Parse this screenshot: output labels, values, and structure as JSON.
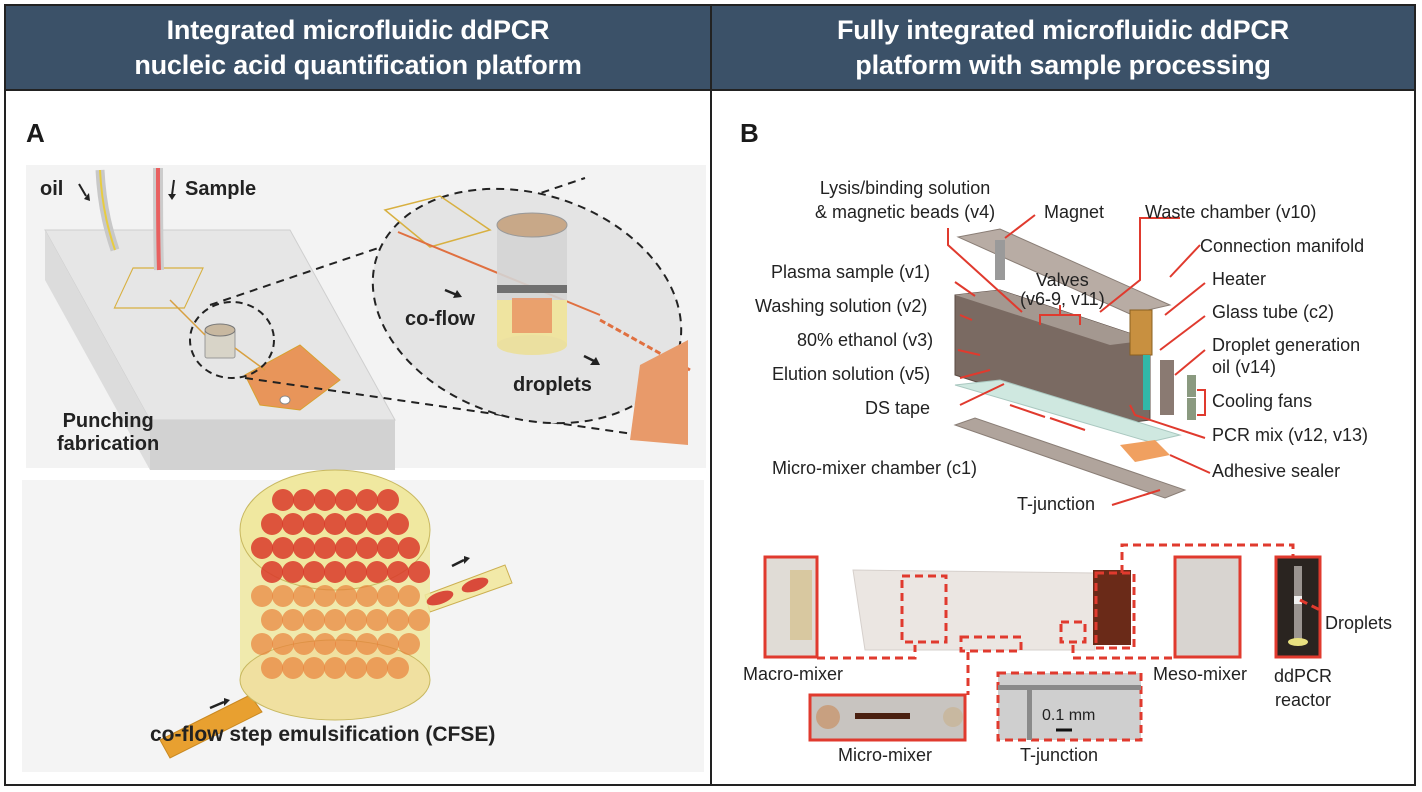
{
  "headers": {
    "left": [
      "Integrated microfluidic ddPCR",
      "nucleic acid quantification platform"
    ],
    "right": [
      "Fully integrated microfluidic ddPCR",
      "platform with sample processing"
    ]
  },
  "panel_a": {
    "letter": "A",
    "labels": {
      "oil": "oil",
      "sample": "Sample",
      "punching": [
        "Punching",
        "fabrication"
      ],
      "co_flow": "co-flow",
      "droplets": "droplets",
      "cfse": "co-flow step emulsification (CFSE)"
    }
  },
  "panel_b": {
    "letter": "B",
    "labels": {
      "lysis": [
        "Lysis/binding solution",
        "& magnetic beads (v4)"
      ],
      "magnet": "Magnet",
      "waste": "Waste chamber (v10)",
      "manifold": "Connection manifold",
      "plasma": "Plasma sample (v1)",
      "valves": [
        "Valves",
        "(v6-9, v11)"
      ],
      "heater": "Heater",
      "washing": "Washing solution (v2)",
      "glass_tube": "Glass tube (c2)",
      "ethanol": "80% ethanol (v3)",
      "droplet_oil": [
        "Droplet generation",
        "oil (v14)"
      ],
      "elution": "Elution solution (v5)",
      "cooling": "Cooling fans",
      "ds_tape": "DS tape",
      "pcr_mix": "PCR mix (v12, v13)",
      "micro_chamber": "Micro-mixer chamber (c1)",
      "adhesive": "Adhesive sealer",
      "t_junction_top": "T-junction",
      "macro_mixer": "Macro-mixer",
      "micro_mixer": "Micro-mixer",
      "t_junction": "T-junction",
      "scale_bar": "0.1 mm",
      "meso_mixer": "Meso-mixer",
      "droplets": "Droplets",
      "reactor": [
        "ddPCR",
        "reactor"
      ]
    }
  },
  "colors": {
    "header_bg": "#3b5168",
    "callout_red": "#e03a2e",
    "chip_brown": "#7a6a62",
    "droplet_red": "#d93a2a",
    "droplet_orange": "#e8823a",
    "channel_yellow": "#e8c060"
  }
}
